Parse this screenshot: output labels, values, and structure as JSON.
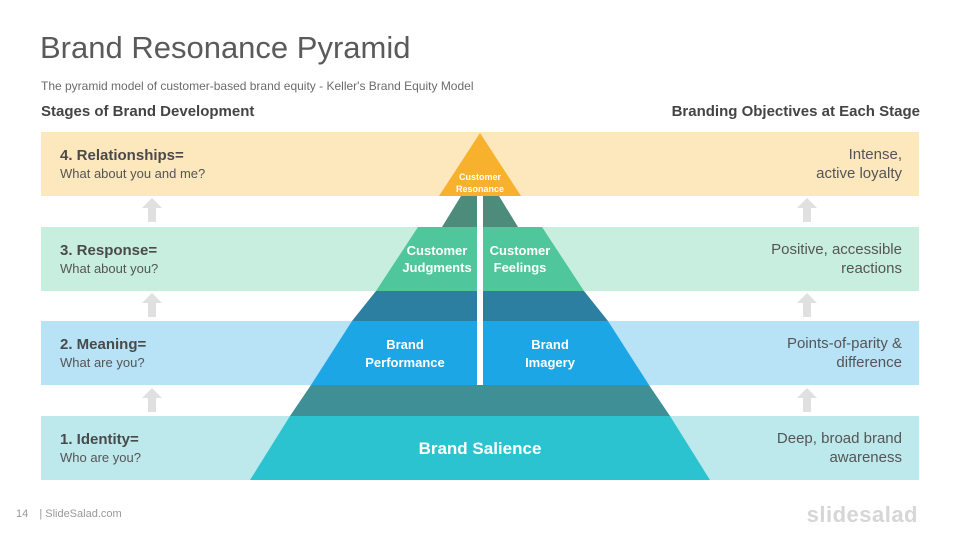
{
  "header": {
    "title": "Brand Resonance Pyramid",
    "subtitle": "The pyramid model of customer-based brand equity - Keller's Brand Equity Model"
  },
  "columns": {
    "left": "Stages of Brand Development",
    "right": "Branding Objectives at Each Stage"
  },
  "stages": [
    {
      "title": "4. Relationships=",
      "question": "What about you and me?",
      "objective_line1": "Intense,",
      "objective_line2": "active loyalty"
    },
    {
      "title": "3. Response=",
      "question": "What about you?",
      "objective_line1": "Positive, accessible",
      "objective_line2": "reactions"
    },
    {
      "title": "2. Meaning=",
      "question": "What are you?",
      "objective_line1": "Points-of-parity &",
      "objective_line2": "difference"
    },
    {
      "title": "1. Identity=",
      "question": "Who are you?",
      "objective_line1": "Deep, broad brand",
      "objective_line2": "awareness"
    }
  ],
  "pyramid": {
    "resonance_line1": "Customer",
    "resonance_line2": "Resonance",
    "judgments_line1": "Customer",
    "judgments_line2": "Judgments",
    "feelings_line1": "Customer",
    "feelings_line2": "Feelings",
    "performance_line1": "Brand",
    "performance_line2": "Performance",
    "imagery_line1": "Brand",
    "imagery_line2": "Imagery",
    "salience": "Brand Salience"
  },
  "colors": {
    "band_relationships": "#fde7bd",
    "band_response": "#c8eee0",
    "band_meaning": "#b8e2f5",
    "band_identity": "#bde8ec",
    "resonance": "#f7b12c",
    "judgments": "#4fc69c",
    "judgments_dark": "#4d8c7a",
    "meaning": "#1ca6e6",
    "meaning_dark": "#2c7fa0",
    "salience": "#2cc3d0",
    "salience_dark": "#3e8f96",
    "arrow": "#e0e0e0"
  },
  "footer": {
    "page_number": "14",
    "site": "| SlideSalad.com",
    "logo": "slidesalad"
  }
}
